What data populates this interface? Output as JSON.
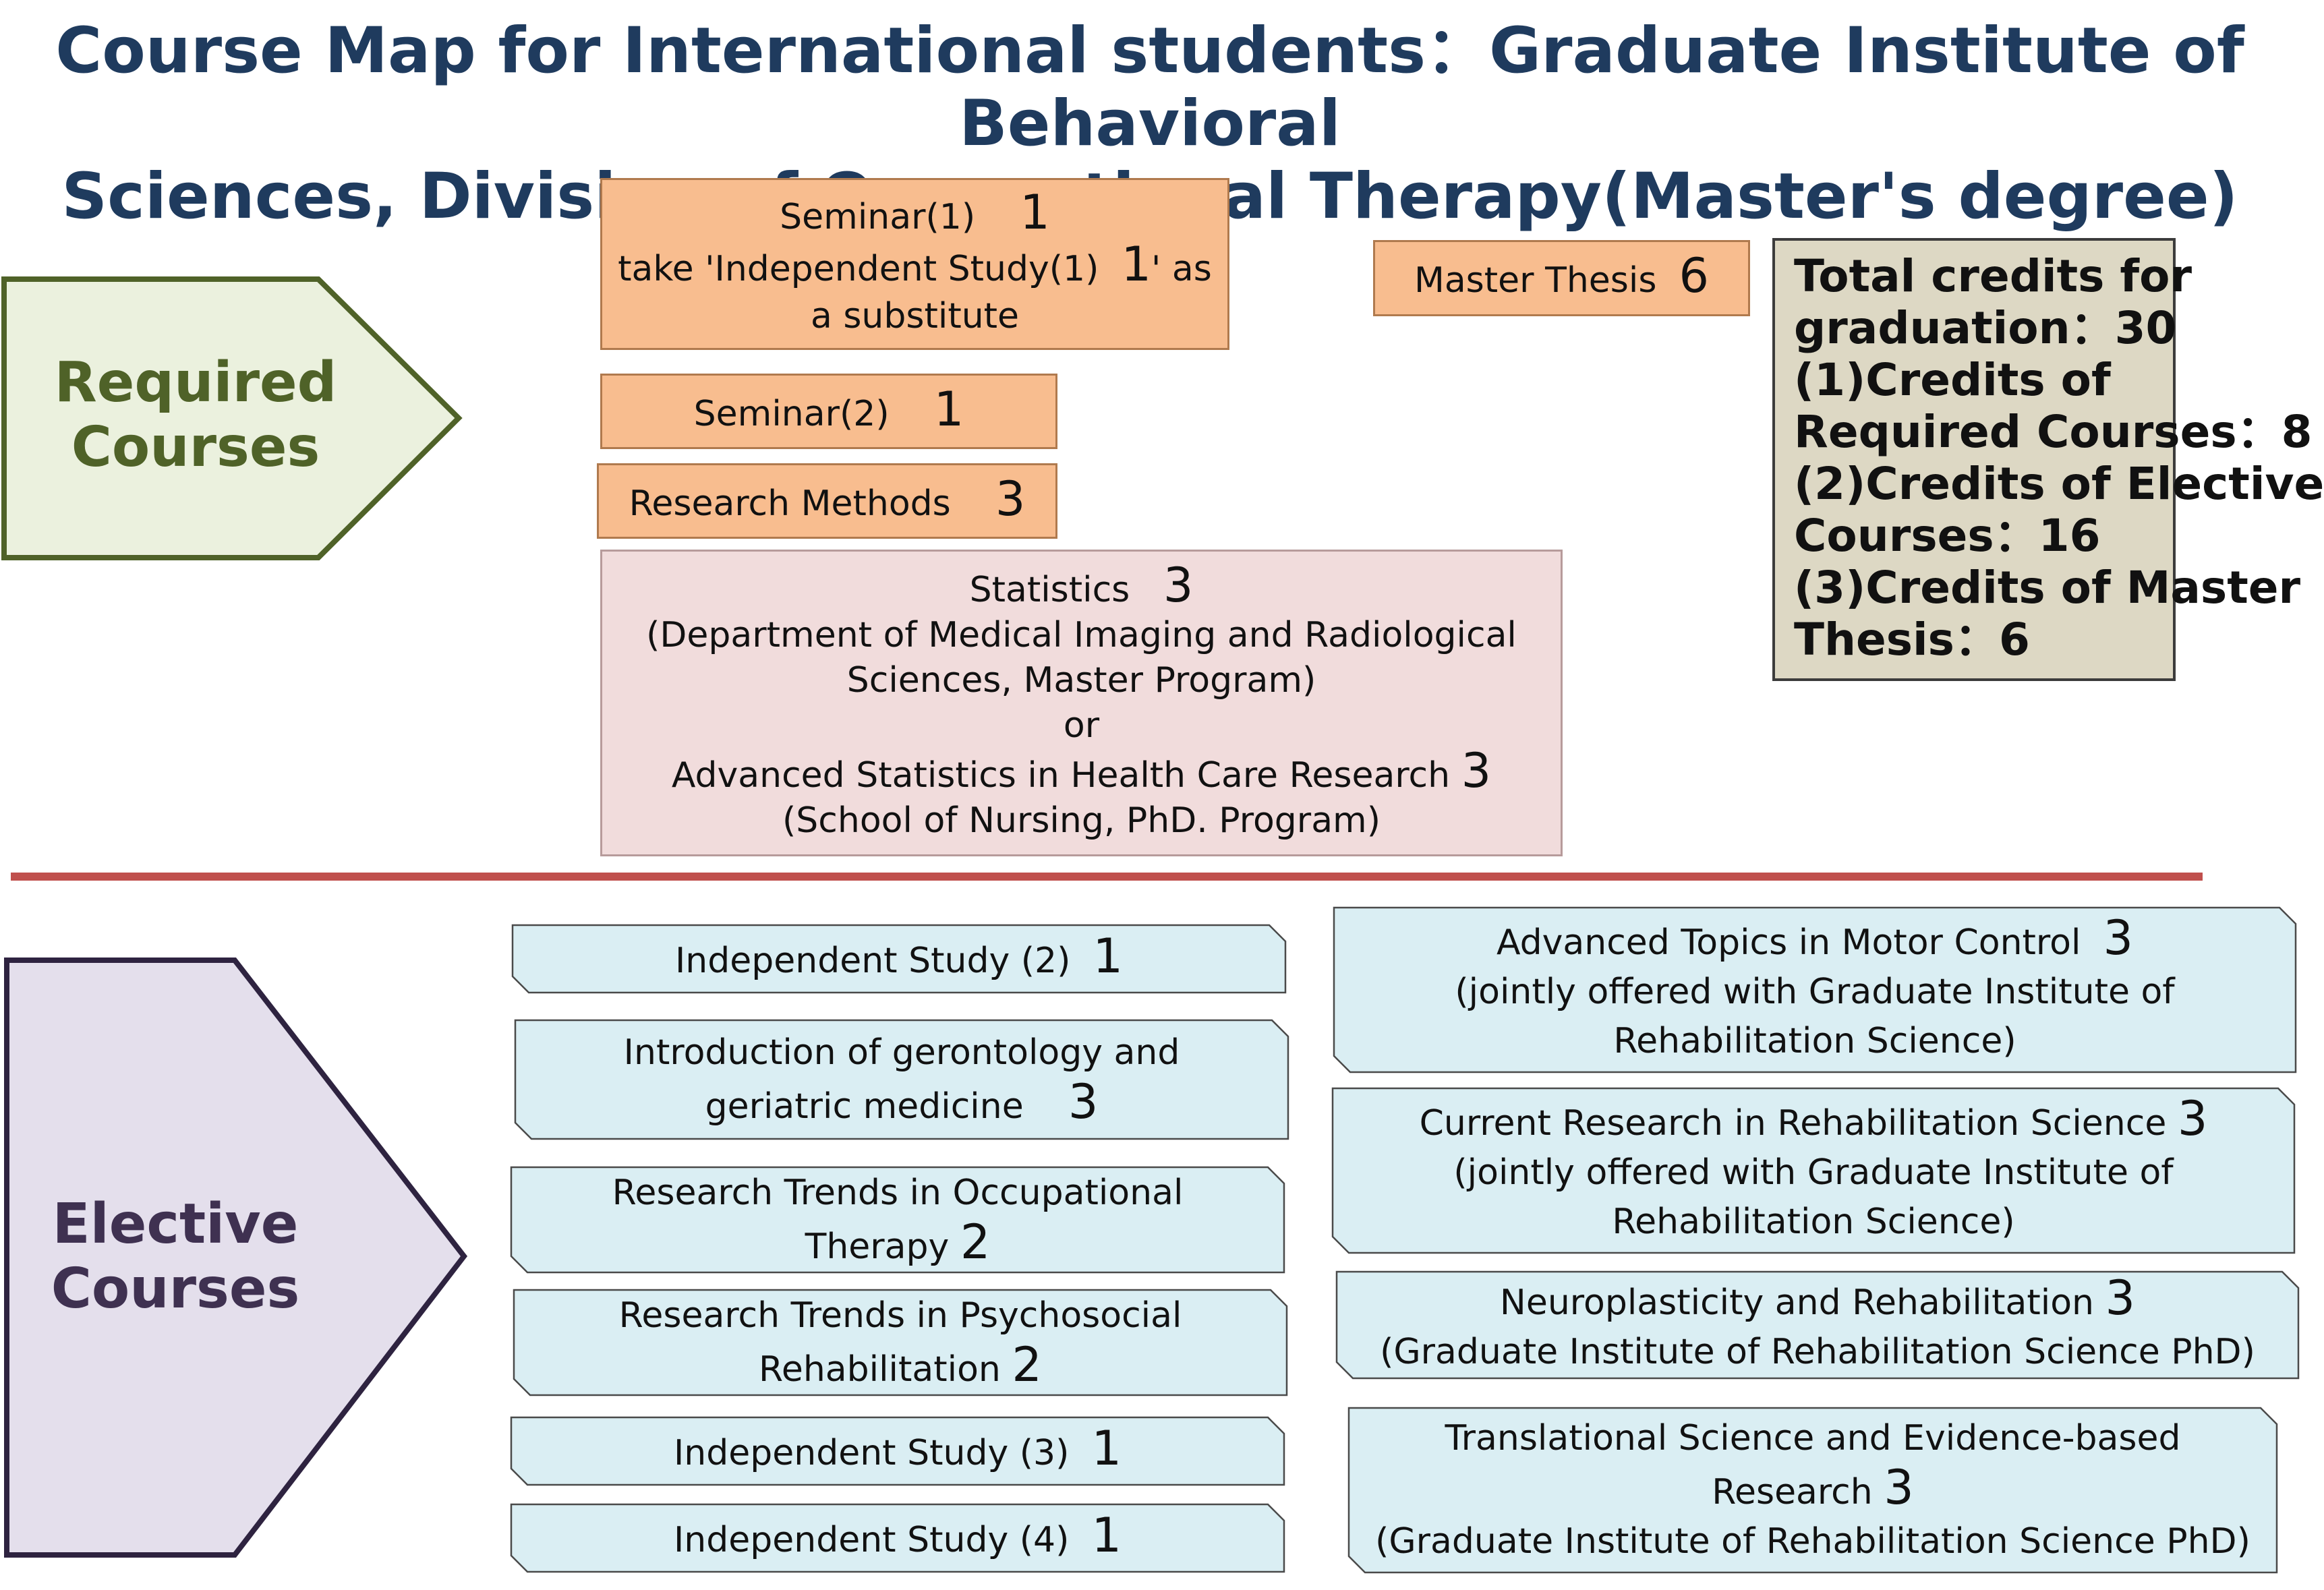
{
  "title": {
    "line1": "Course Map for International students：Graduate Institute of Behavioral",
    "line2": "Sciences, Division of Occupational Therapy(Master's degree)"
  },
  "colors": {
    "title": "#1f3b5e",
    "required_arrow_fill": "#ebf1de",
    "required_arrow_stroke": "#4f6228",
    "elective_arrow_fill": "#e4dfec",
    "elective_arrow_stroke": "#2e2340",
    "required_box": "#f8bd8f",
    "statistics_box": "#f1dcdc",
    "elective_box": "#daeef3",
    "total_box": "#ddd8c4",
    "divider": "#c0504d"
  },
  "required_label": {
    "line1": "Required",
    "line2": "Courses"
  },
  "elective_label": {
    "line1": "Elective",
    "line2": "Courses"
  },
  "required_courses": {
    "seminar1": {
      "line1": "Seminar(1)",
      "line1_credit": "1",
      "line2_pre": "take 'Independent Study(1)",
      "line2_credit": "1",
      "line2_post": "' as",
      "line3": "a substitute"
    },
    "seminar2": {
      "name": "Seminar(2)",
      "credit": "1"
    },
    "research_methods": {
      "name": "Research Methods",
      "credit": "3"
    },
    "statistics": {
      "line1": "Statistics",
      "line1_credit": "3",
      "line2": "(Department of Medical Imaging and Radiological",
      "line3": "Sciences, Master Program)",
      "line4": "or",
      "line5": "Advanced Statistics in Health Care Research",
      "line5_credit": "3",
      "line6": "(School of Nursing, PhD. Program)"
    },
    "master_thesis": {
      "name": "Master Thesis",
      "credit": "6"
    }
  },
  "total_credits": {
    "line1": "Total credits for",
    "line2": "graduation：30",
    "line3": "(1)Credits of",
    "line4": "Required Courses：8",
    "line5": "(2)Credits of Elective",
    "line6": "Courses：16",
    "line7": "(3)Credits of Master",
    "line8": "Thesis：6"
  },
  "elective_left": [
    {
      "lines": [
        "Independent Study (2)"
      ],
      "credit": "1"
    },
    {
      "lines": [
        "Introduction of gerontology and",
        "geriatric medicine"
      ],
      "credit": "3"
    },
    {
      "lines": [
        "Research Trends in Occupational",
        "Therapy"
      ],
      "credit": "2"
    },
    {
      "lines": [
        "Research Trends in Psychosocial",
        "Rehabilitation"
      ],
      "credit": "2"
    },
    {
      "lines": [
        "Independent Study (3)"
      ],
      "credit": "1"
    },
    {
      "lines": [
        "Independent Study (4)"
      ],
      "credit": "1"
    }
  ],
  "elective_right": [
    {
      "title": "Advanced Topics in Motor Control",
      "credit": "3",
      "note1": "(jointly offered with Graduate Institute of",
      "note2": "Rehabilitation Science)"
    },
    {
      "title": "Current Research in Rehabilitation Science",
      "credit": "3",
      "note1": "(jointly offered with Graduate Institute of",
      "note2": "Rehabilitation Science)"
    },
    {
      "title": "Neuroplasticity and Rehabilitation",
      "credit": "3",
      "note1": "(Graduate Institute of Rehabilitation Science PhD)"
    },
    {
      "title": "Translational Science and Evidence-based",
      "title2": "Research",
      "credit": "3",
      "note1": "(Graduate Institute of Rehabilitation Science PhD)"
    }
  ]
}
